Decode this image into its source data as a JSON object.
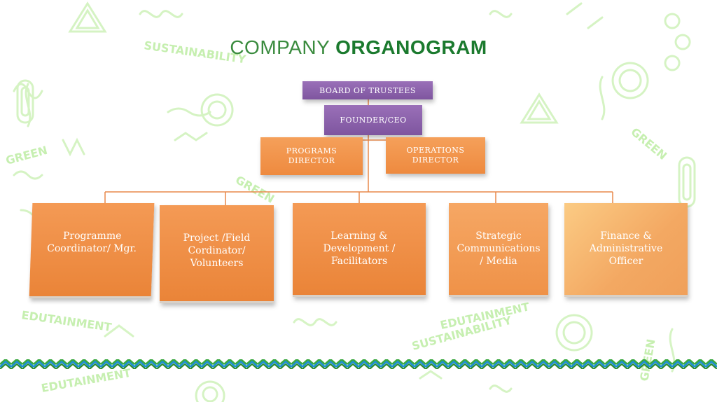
{
  "page": {
    "title_light": "COMPANY",
    "title_bold": "ORGANOGRAM"
  },
  "background_words": [
    "SUSTAINABILITY",
    "GREEN",
    "GREEN",
    "EDUTAINMENT",
    "SUSTAINABILITY",
    "EDUTAINMENT",
    "EDUTAINMENT",
    "GREEN",
    "GREEN"
  ],
  "org": {
    "board": "BOARD OF TRUSTEES",
    "ceo": "FOUNDER/CEO",
    "programs_director": "PROGRAMS DIRECTOR",
    "operations_director": "OPERATIONS DIRECTOR",
    "units": [
      "Programme Coordinator/ Mgr.",
      "Project /Field Cordinator/ Volunteers",
      "Learning & Development / Facilitators",
      "Strategic Communications / Media",
      "Finance & Administrative Officer"
    ]
  },
  "colors": {
    "purple": "#8a62ab",
    "orange": "#ee8a3f",
    "title_green": "#1b7a2e",
    "doodle_green": "#b9ea9f",
    "stripe_green": "#3aa83f",
    "stripe_blue": "#1f8fd1"
  }
}
